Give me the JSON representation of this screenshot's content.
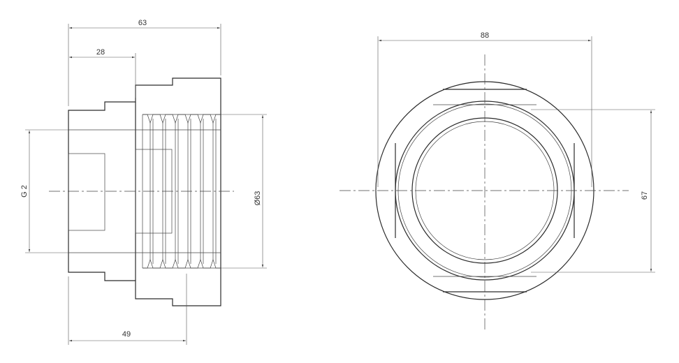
{
  "dimensions": {
    "overall_length": "63",
    "hex_length": "28",
    "thread_length": "49",
    "inlet_thread": "G 2",
    "outlet_diameter": "Ø63",
    "outer_diameter": "88",
    "height": "67"
  }
}
